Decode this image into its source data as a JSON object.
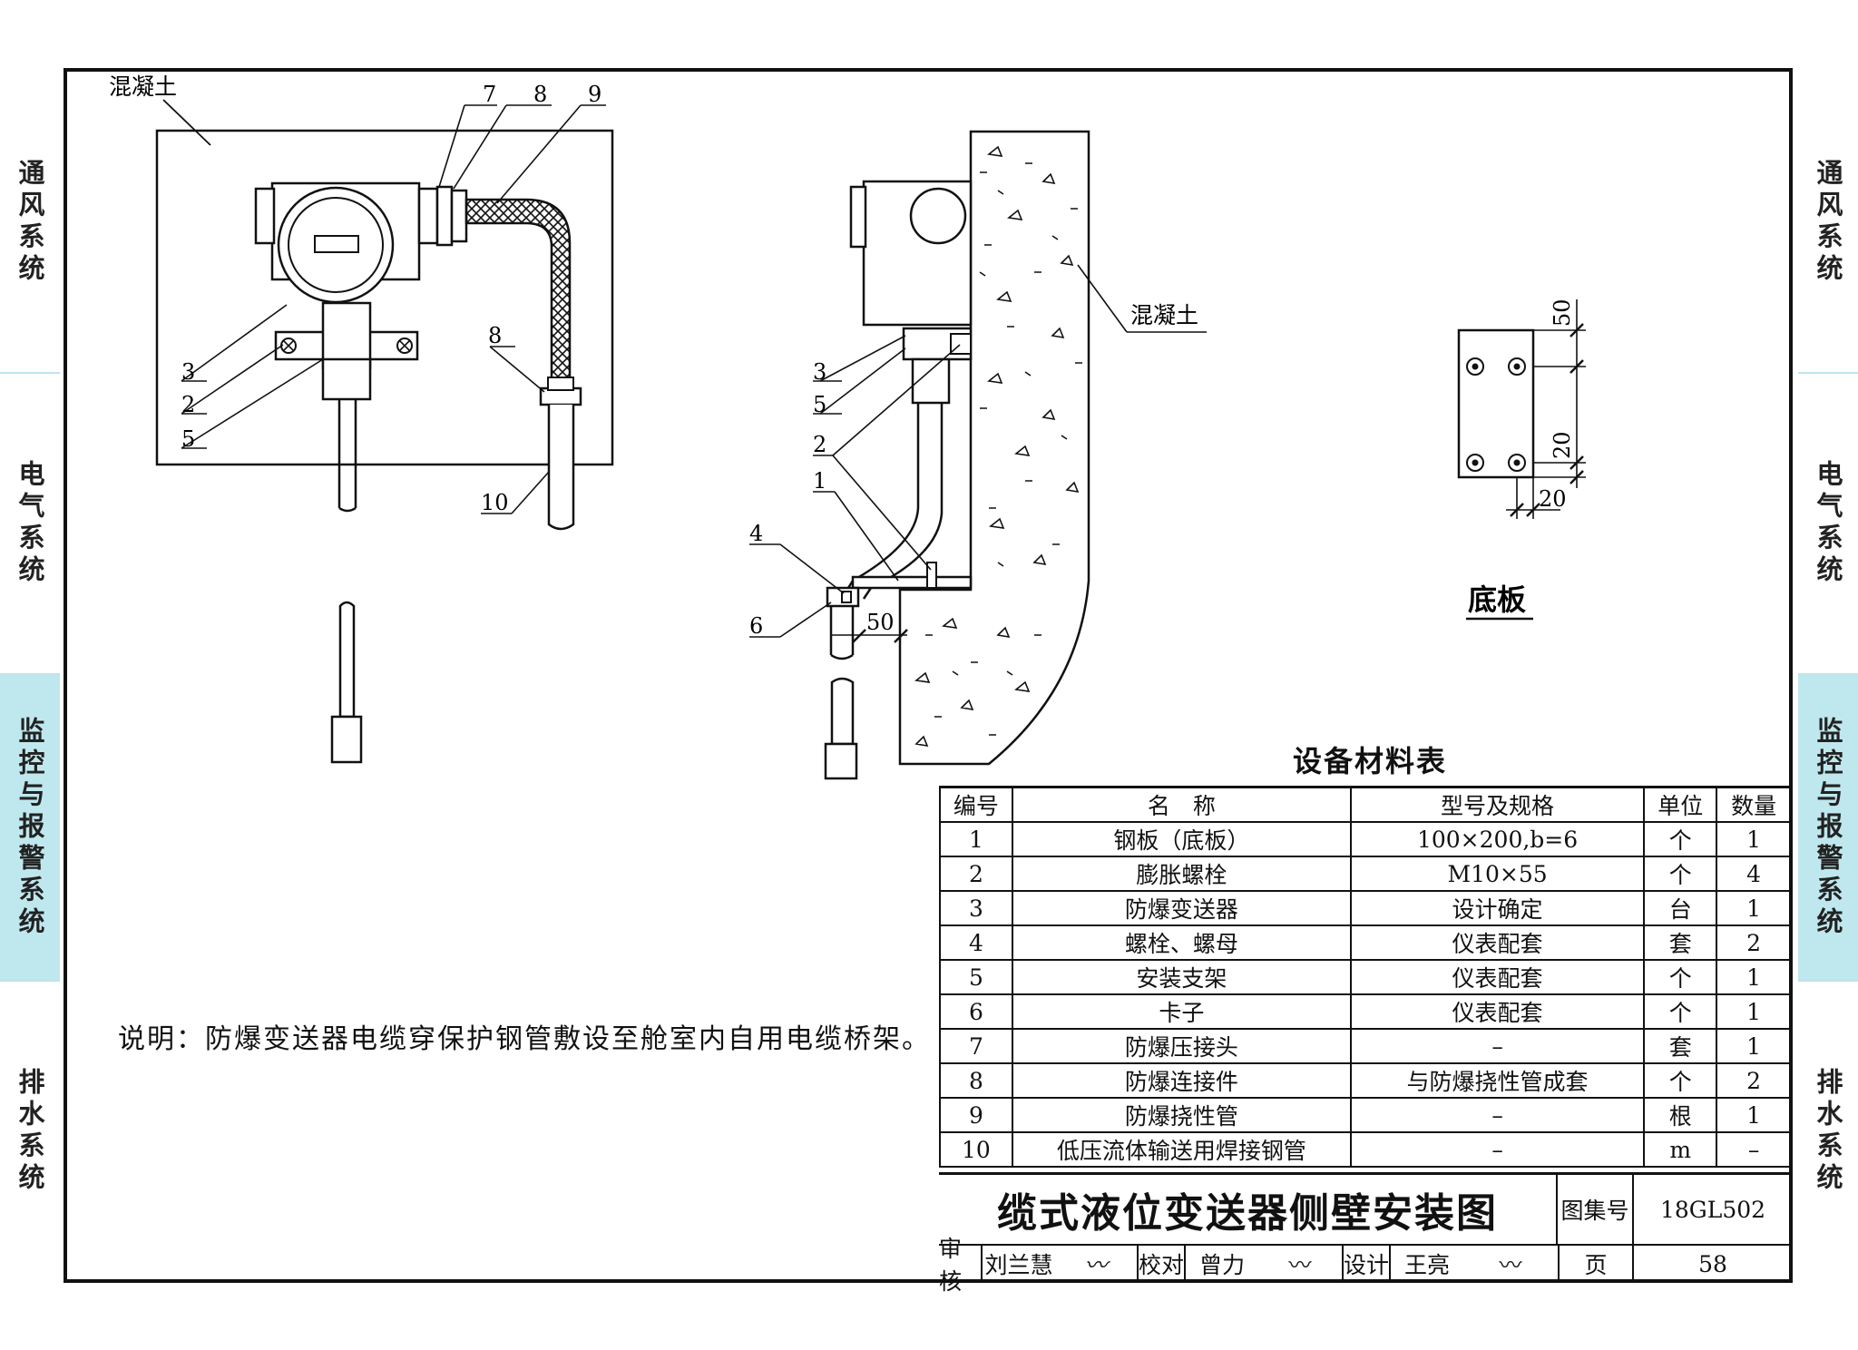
{
  "side_tabs": {
    "left": [
      {
        "label": "通风系统",
        "active": false
      },
      {
        "label": "电气系统",
        "active": false
      },
      {
        "label": "监控与报警系统",
        "active": true
      },
      {
        "label": "排水系统",
        "active": false
      }
    ],
    "right": [
      {
        "label": "通风系统",
        "active": false
      },
      {
        "label": "电气系统",
        "active": false
      },
      {
        "label": "监控与报警系统",
        "active": true
      },
      {
        "label": "排水系统",
        "active": false
      }
    ],
    "active_color": "#bfe8ee"
  },
  "front_view": {
    "concrete_label": "混凝土",
    "callouts": [
      "7",
      "8",
      "9",
      "3",
      "2",
      "5",
      "8",
      "10"
    ]
  },
  "side_view": {
    "concrete_label": "混凝土",
    "callouts": [
      "3",
      "5",
      "2",
      "1",
      "4",
      "6"
    ],
    "dimension": "50"
  },
  "base_plate": {
    "title": "底板",
    "dims": [
      "50",
      "20",
      "20"
    ]
  },
  "note": "说明：防爆变送器电缆穿保护钢管敷设至舱室内自用电缆桥架。",
  "material_table": {
    "title": "设备材料表",
    "headers": [
      "编号",
      "名　称",
      "型号及规格",
      "单位",
      "数量"
    ],
    "rows": [
      [
        "1",
        "钢板（底板）",
        "100×200,b=6",
        "个",
        "1"
      ],
      [
        "2",
        "膨胀螺栓",
        "M10×55",
        "个",
        "4"
      ],
      [
        "3",
        "防爆变送器",
        "设计确定",
        "台",
        "1"
      ],
      [
        "4",
        "螺栓、螺母",
        "仪表配套",
        "套",
        "2"
      ],
      [
        "5",
        "安装支架",
        "仪表配套",
        "个",
        "1"
      ],
      [
        "6",
        "卡子",
        "仪表配套",
        "个",
        "1"
      ],
      [
        "7",
        "防爆压接头",
        "–",
        "套",
        "1"
      ],
      [
        "8",
        "防爆连接件",
        "与防爆挠性管成套",
        "个",
        "2"
      ],
      [
        "9",
        "防爆挠性管",
        "–",
        "根",
        "1"
      ],
      [
        "10",
        "低压流体输送用焊接钢管",
        "–",
        "m",
        "–"
      ]
    ]
  },
  "title_block": {
    "drawing_title": "缆式液位变送器侧壁安装图",
    "atlas_label": "图集号",
    "atlas_no": "18GL502",
    "review_label": "审核",
    "reviewer": "刘兰慧",
    "check_label": "校对",
    "checker": "曾力",
    "design_label": "设计",
    "designer": "王亮",
    "page_label": "页",
    "page_no": "58"
  }
}
